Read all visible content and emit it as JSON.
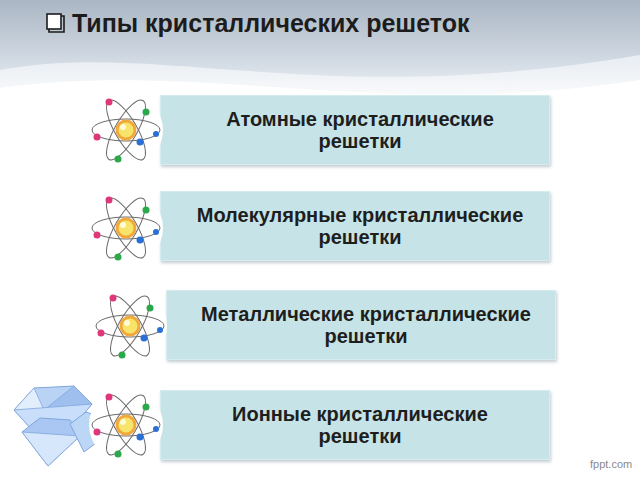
{
  "diagram": {
    "title": "Типы кристаллических решеток",
    "nodes": [
      {
        "text": [
          "Атомные кристаллические решетки"
        ]
      },
      {
        "text": [
          "Молекулярные кристаллические решетки"
        ]
      },
      {
        "text": [
          "Металлические кристаллические решетки"
        ]
      },
      {
        "text": [
          "Ионные кристаллические решетки"
        ]
      }
    ],
    "labels": [
      "fppt.com"
    ]
  }
}
